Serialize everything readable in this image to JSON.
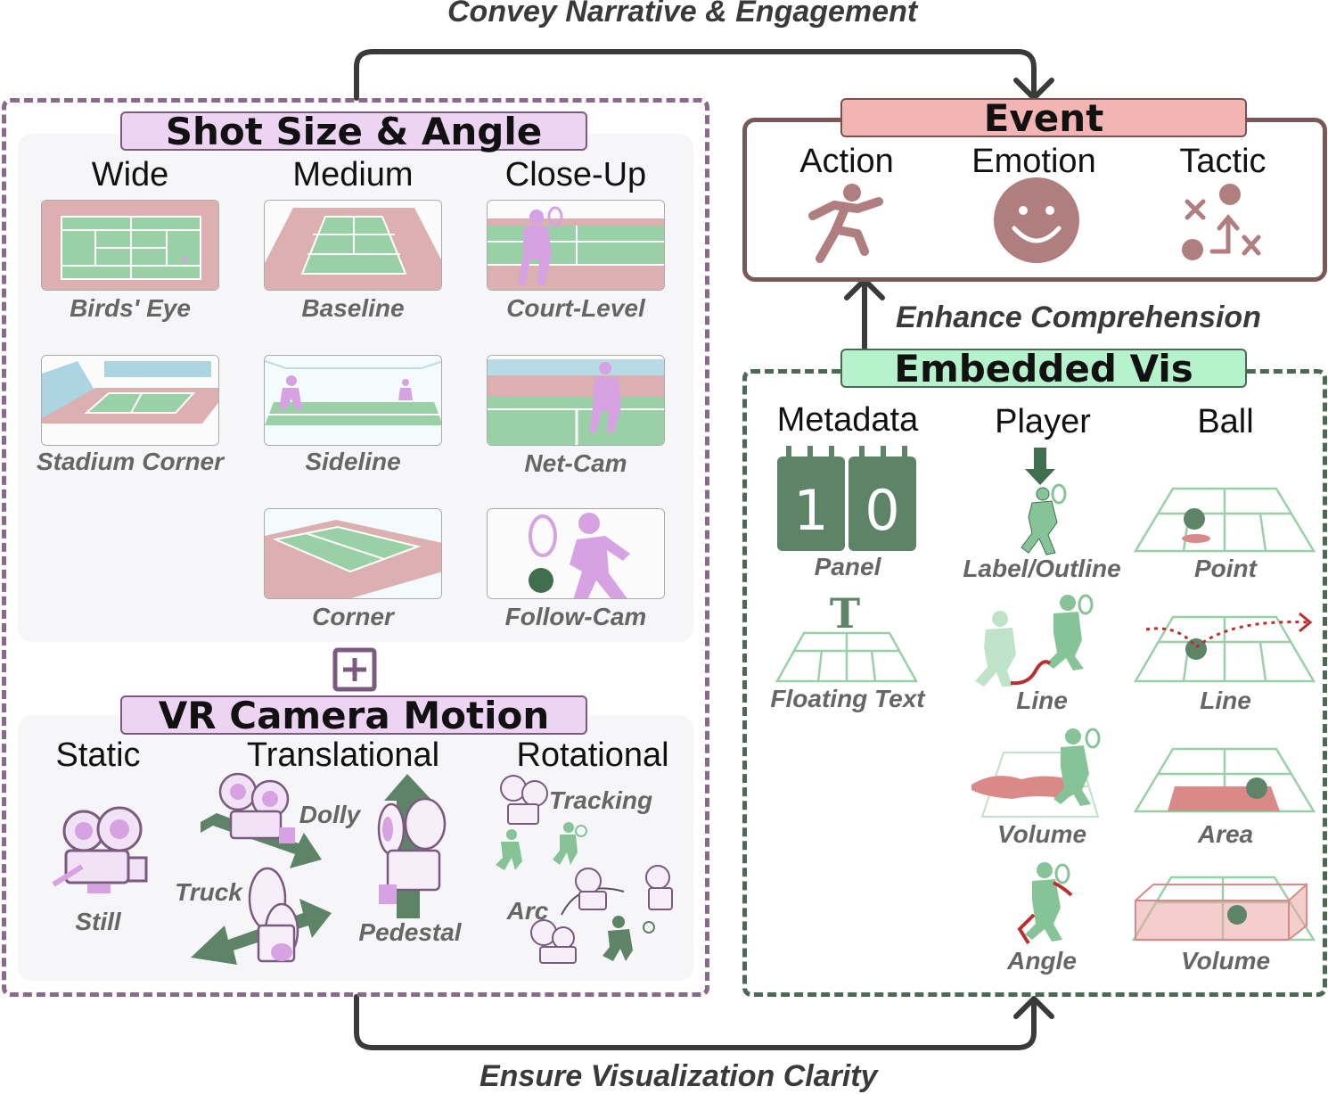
{
  "flows": {
    "top": "Convey Narrative & Engagement",
    "middle": "Enhance Comprehension",
    "bottom": "Ensure Visualization Clarity"
  },
  "shot": {
    "title": "Shot Size & Angle",
    "columns": [
      "Wide",
      "Medium",
      "Close-Up"
    ],
    "items": [
      "Birds' Eye",
      "Baseline",
      "Court-Level",
      "Stadium Corner",
      "Sideline",
      "Net-Cam",
      "Corner",
      "Follow-Cam"
    ]
  },
  "motion": {
    "title": "VR Camera Motion",
    "columns": [
      "Static",
      "Translational",
      "Rotational"
    ],
    "items": [
      "Still",
      "Dolly",
      "Truck",
      "Pedestal",
      "Tracking",
      "Arc"
    ]
  },
  "event": {
    "title": "Event",
    "items": [
      "Action",
      "Emotion",
      "Tactic"
    ]
  },
  "vis": {
    "title": "Embedded Vis",
    "columns": [
      "Metadata",
      "Player",
      "Ball"
    ],
    "metadata": [
      "Panel",
      "Floating Text"
    ],
    "player": [
      "Label/Outline",
      "Line",
      "Volume",
      "Angle"
    ],
    "ball": [
      "Point",
      "Line",
      "Area",
      "Volume"
    ],
    "panel_digits": [
      "1",
      "0"
    ],
    "floating_glyph": "T"
  },
  "colors": {
    "purple_border": "#8a6a8c",
    "green_border": "#4a6a55",
    "event_border": "#7a5858",
    "court_green": "#9ad0a6",
    "court_pink": "#dcb0b0",
    "player_purple": "#d7a2e2",
    "player_green": "#86c498",
    "accent_red": "#b83030"
  }
}
